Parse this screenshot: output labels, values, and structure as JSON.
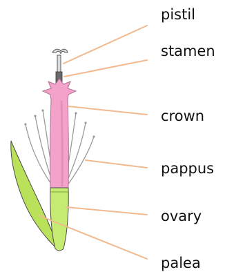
{
  "labels": [
    {
      "key": "pistil",
      "text": "pistil"
    },
    {
      "key": "stamen",
      "text": "stamen"
    },
    {
      "key": "crown",
      "text": "crown"
    },
    {
      "key": "pappus",
      "text": "pappus"
    },
    {
      "key": "ovary",
      "text": "ovary"
    },
    {
      "key": "palea",
      "text": "palea"
    }
  ],
  "colors": {
    "leader_line": "#f2b98e",
    "corolla_fill": "#f3a3c9",
    "corolla_stroke": "#b07090",
    "ovary_fill": "#c6eb72",
    "palea_fill": "#b9e25a",
    "outline": "#4a4a4a",
    "pappus": "#9a9a9a"
  }
}
